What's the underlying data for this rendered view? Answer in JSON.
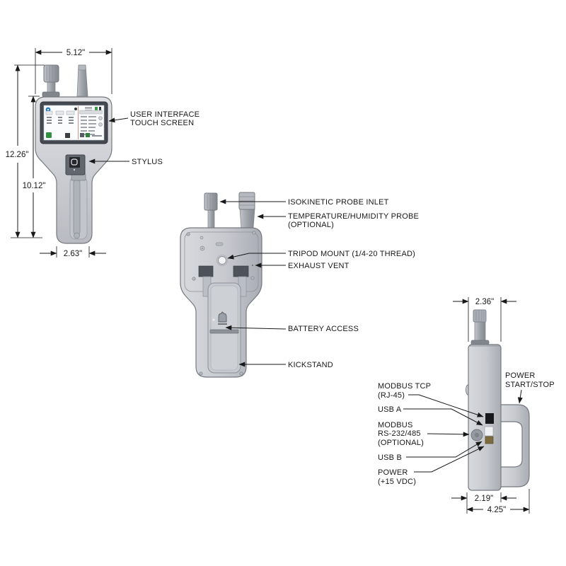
{
  "views": {
    "front": {
      "dim_width": "5.12\"",
      "dim_height_total": "12.26\"",
      "dim_height_body": "10.12\"",
      "dim_width_base": "2.63\"",
      "labels": {
        "touch_screen": [
          "USER INTERFACE",
          "TOUCH SCREEN"
        ],
        "stylus": "STYLUS"
      }
    },
    "back": {
      "labels": {
        "isokinetic_probe": "ISOKINETIC PROBE INLET",
        "temp_humidity_probe": [
          "TEMPERATURE/HUMIDITY PROBE",
          "(OPTIONAL)"
        ],
        "tripod_mount": "TRIPOD MOUNT (1/4-20 THREAD)",
        "exhaust_vent": "EXHAUST VENT",
        "battery_access": "BATTERY ACCESS",
        "kickstand": "KICKSTAND"
      }
    },
    "side": {
      "dim_width_top": "2.36\"",
      "dim_width_body": "2.19\"",
      "dim_width_total": "4.25\"",
      "labels": {
        "modbus_tcp": [
          "MODBUS TCP",
          "(RJ-45)"
        ],
        "usb_a": "USB A",
        "modbus_rs": [
          "MODBUS",
          "RS-232/485",
          "(OPTIONAL)"
        ],
        "usb_b": "USB B",
        "power_dc": [
          "POWER",
          "(+15 VDC)"
        ],
        "power_start_stop": [
          "POWER",
          "START/STOP"
        ]
      }
    }
  },
  "colors": {
    "body_gray": "#c9ccd1",
    "outline_gray": "#75797f",
    "screen_logo_blue": "#1e7ac2",
    "rj45_black": "#17181a",
    "usb_b_brown": "#7d6b40",
    "label_text": "#17181a"
  }
}
